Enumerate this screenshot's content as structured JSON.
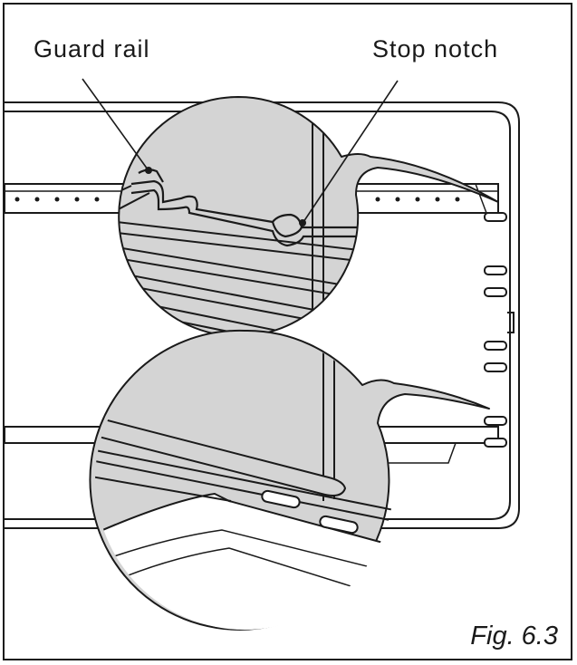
{
  "labels": {
    "guard_rail": "Guard rail",
    "stop_notch": "Stop notch"
  },
  "caption": "Fig. 6.3",
  "colors": {
    "stroke": "#1a1a1a",
    "shade": "#d4d4d4",
    "background": "#ffffff"
  }
}
